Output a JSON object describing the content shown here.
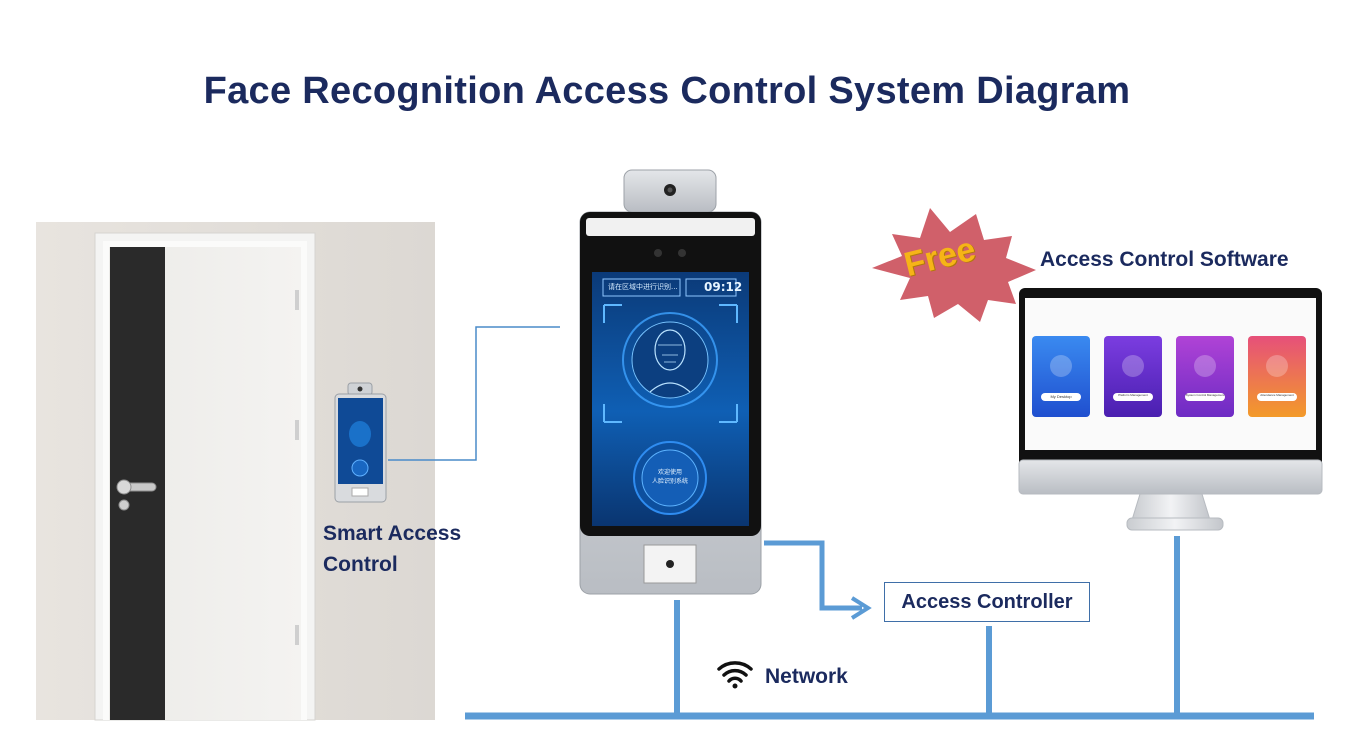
{
  "title": "Face Recognition Access Control System Diagram",
  "labels": {
    "smart_access_line1": "Smart Access",
    "smart_access_line2": "Control",
    "software": "Access Control Software",
    "free": "Free",
    "controller": "Access Controller",
    "network": "Network"
  },
  "device_screen": {
    "status_text": "请在区域中进行识别...",
    "time": "09:12",
    "welcome_line1": "欢迎使用",
    "welcome_line2": "人脸识别系统"
  },
  "software_cards": [
    {
      "label": "My Desktop",
      "color": "#2f6fe0"
    },
    {
      "label": "Platform Management",
      "color": "#6a2bd1"
    },
    {
      "label": "System Control Management",
      "color": "#9b2fc9"
    },
    {
      "label": "Attendance Management",
      "color": "#e8892a"
    }
  ],
  "colors": {
    "title": "#1b2a5e",
    "connector": "#5b9bd5",
    "free_burst": "#d0606a",
    "free_text": "#f6b417"
  },
  "icons": [
    "wifi-icon",
    "door-handle-icon",
    "face-scan-icon",
    "camera-icon"
  ]
}
